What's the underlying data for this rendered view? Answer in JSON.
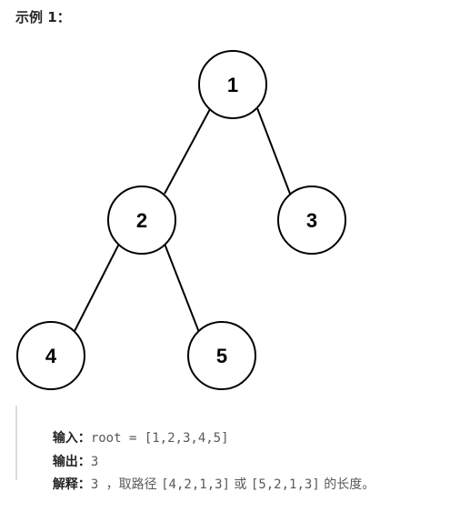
{
  "heading": "示例 1：",
  "tree": {
    "nodes": [
      {
        "id": "n1",
        "label": "1"
      },
      {
        "id": "n2",
        "label": "2"
      },
      {
        "id": "n3",
        "label": "3"
      },
      {
        "id": "n4",
        "label": "4"
      },
      {
        "id": "n5",
        "label": "5"
      }
    ],
    "edges": [
      {
        "from": "n1",
        "to": "n2"
      },
      {
        "from": "n1",
        "to": "n3"
      },
      {
        "from": "n2",
        "to": "n4"
      },
      {
        "from": "n2",
        "to": "n5"
      }
    ]
  },
  "example": {
    "input_label": "输入：",
    "input_value": "root = [1,2,3,4,5]",
    "output_label": "输出：",
    "output_value": "3",
    "explanation_label": "解释：",
    "explanation_part1": "3 ，",
    "explanation_part2": "取路径 ",
    "explanation_path1": "[4,2,1,3]",
    "explanation_part3": " 或 ",
    "explanation_path2": "[5,2,1,3]",
    "explanation_part4": " 的长度。"
  }
}
